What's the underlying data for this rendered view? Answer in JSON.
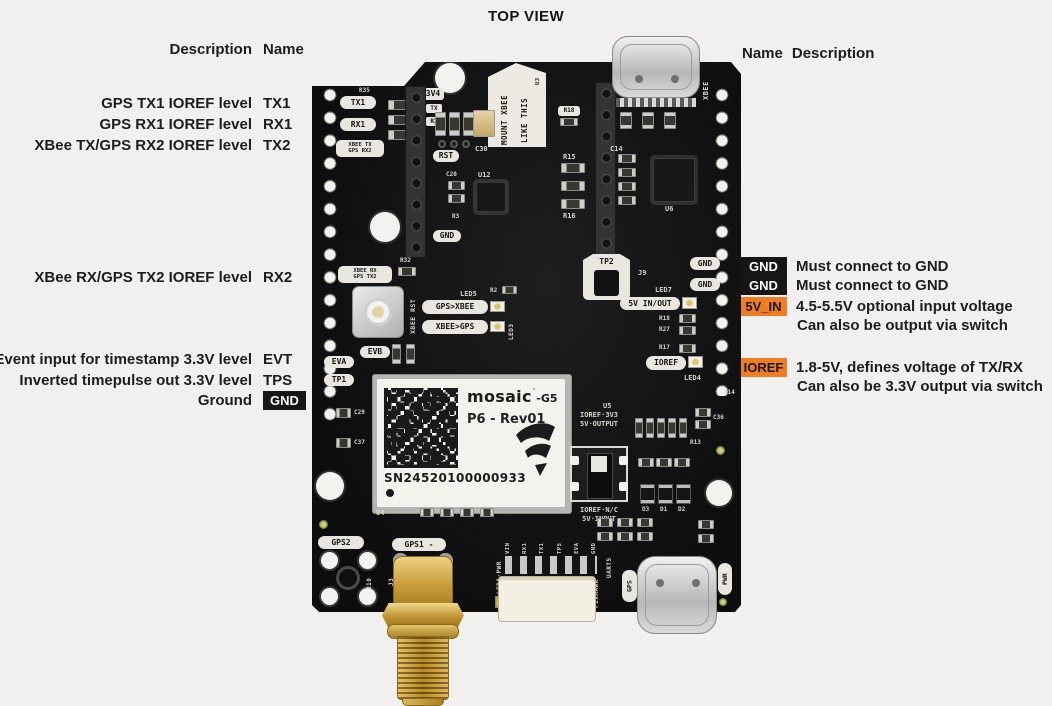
{
  "page": {
    "title": "TOP VIEW"
  },
  "left_panel": {
    "header_description": "Description",
    "header_name": "Name",
    "rows": [
      {
        "description": "GPS TX1 IOREF level",
        "name": "TX1"
      },
      {
        "description": "GPS RX1 IOREF level",
        "name": "RX1"
      },
      {
        "description": "XBee TX/GPS RX2 IOREF level",
        "name": "TX2"
      },
      {
        "description": "XBee RX/GPS TX2 IOREF level",
        "name": "RX2"
      },
      {
        "description": "Event input for timestamp 3.3V level",
        "name": "EVT"
      },
      {
        "description": "Inverted timepulse out 3.3V level",
        "name": "TPS"
      },
      {
        "description": "Ground",
        "name": "GND"
      }
    ]
  },
  "right_panel": {
    "header_name": "Name",
    "header_description": "Description",
    "rows": [
      {
        "name": "GND",
        "line1": "Must connect to GND",
        "line2": ""
      },
      {
        "name": "GND",
        "line1": "Must connect to GND",
        "line2": ""
      },
      {
        "name": "5V_IN",
        "line1": "4.5-5.5V optional input voltage",
        "line2": "Can also be output via switch"
      },
      {
        "name": "IOREF",
        "line1": "1.8-5V, defines voltage of TX/RX",
        "line2": "Can also be 3.3V output via switch"
      }
    ]
  },
  "board": {
    "module": {
      "brand": "mosaic",
      "mark": "˙",
      "model": "-G5",
      "revision": "P6 - Rev01",
      "serial": "SN24520100000933"
    },
    "colors": {
      "badge_black": "#161616",
      "badge_orange": "#f07c24",
      "pcb": "#141414",
      "gold": "#c79c38"
    },
    "silk": {
      "tx1": "TX1",
      "rx1": "RX1",
      "pad3_line1": "XBEE TX",
      "pad3_line2": "GPS RX2",
      "r35": "R35",
      "v34": "3V4",
      "tx": "TX",
      "rx": "RX",
      "rst": "RST",
      "gnd_header": "GND",
      "mount_line1": "MOUNT XBEE",
      "mount_line2": "LIKE THIS",
      "u3": "U3",
      "c30": "C30",
      "u12": "U12",
      "c20": "C20",
      "r3": "R3",
      "r18_top": "R18",
      "r15": "R15",
      "r16": "R16",
      "c14": "C14",
      "u6": "U6",
      "xbee_usb": "XBEE",
      "tp2": "TP2",
      "j9": "J9",
      "gnd_pad1": "GND",
      "gnd_pad2": "GND",
      "led7": "LED7",
      "v5_inout": "5V IN/OUT",
      "r18": "R18",
      "r27": "R27",
      "r17": "R17",
      "ioref_pad": "IOREF",
      "led4": "LED4",
      "r14": "R14",
      "c36": "C36",
      "r13": "R13",
      "pad_rx2_line1": "XBEE RX",
      "pad_rx2_line2": "GPS TX2",
      "r32": "R32",
      "xbee_rst": "XBEE RST",
      "gps_to_xbee": "GPS>XBEE",
      "xbee_to_gps": "XBEE>GPS",
      "led5": "LED5",
      "led3": "LED3",
      "r2": "R2",
      "evb": "EVB",
      "eva": "EVA",
      "tp1": "TP1",
      "c29": "C29",
      "c37": "C37",
      "u4": "U4",
      "u5": "U5",
      "sw_top1": "IOREF·3V3",
      "sw_top2": "5V·OUTPUT",
      "sw_bot1": "IOREF·N/C",
      "sw_bot2": "5V·INPUT",
      "d3": "D3",
      "d1": "D1",
      "d2": "D2",
      "gps2": "GPS2",
      "gps1": "GPS1 -",
      "j10": "J10",
      "j3": "J3",
      "led1": "LED1·PWR",
      "pixhawk": "PIXHAWK",
      "uart5": "UART5",
      "gps_usb": "GPS",
      "pwr": "PWR",
      "jst_pins": [
        "VIN",
        "RX1",
        "TX1",
        "TPS",
        "EVA",
        "GND"
      ]
    }
  }
}
